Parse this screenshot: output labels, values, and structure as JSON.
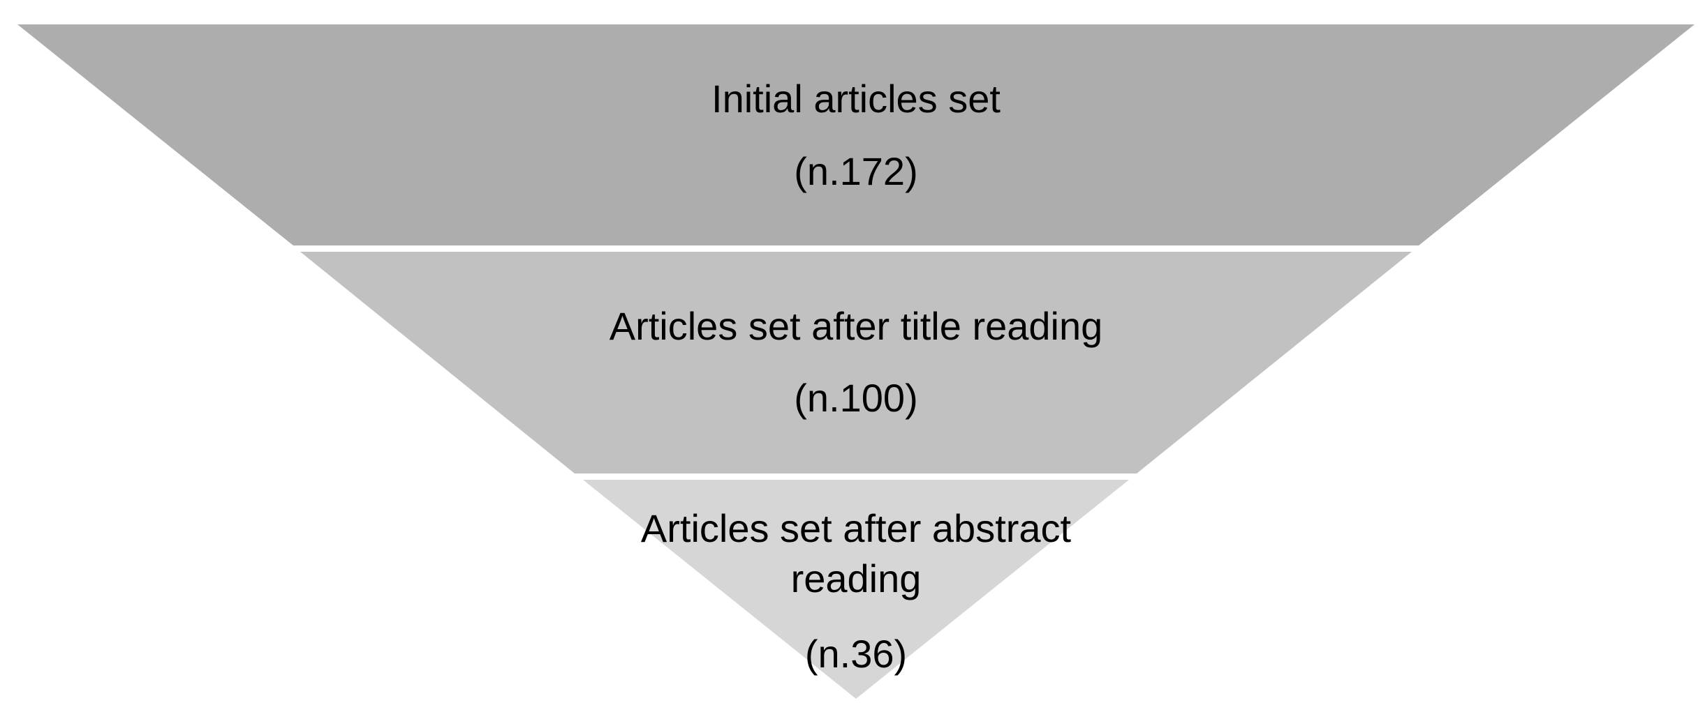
{
  "funnel": {
    "stages": [
      {
        "label": "Initial articles set",
        "count": "(n.172)",
        "color": "#adadad"
      },
      {
        "label": "Articles set after title reading",
        "count": "(n.100)",
        "color": "#c1c1c1"
      },
      {
        "label": "Articles set after abstract reading",
        "count": "(n.36)",
        "color": "#d6d6d6"
      }
    ]
  }
}
